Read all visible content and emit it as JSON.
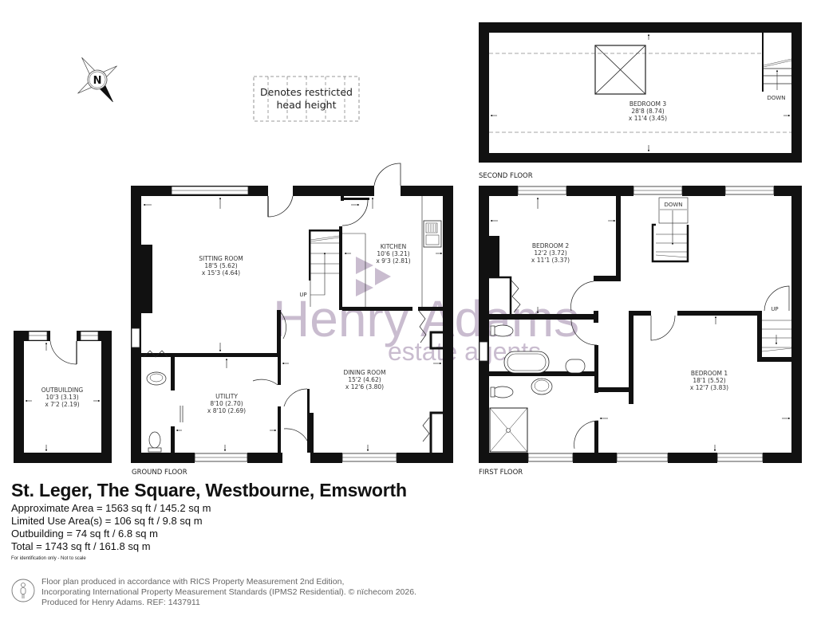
{
  "legend": {
    "restricted_line1": "Denotes restricted",
    "restricted_line2": "head height",
    "compass_letter": "N"
  },
  "floors": {
    "ground": "GROUND FLOOR",
    "first": "FIRST FLOOR",
    "second": "SECOND FLOOR"
  },
  "rooms": {
    "sitting_room": {
      "name": "SITTING ROOM",
      "dim1": "18'5 (5.62)",
      "dim2": "x 15'3 (4.64)"
    },
    "kitchen": {
      "name": "KITCHEN",
      "dim1": "10'6 (3.21)",
      "dim2": "x 9'3 (2.81)"
    },
    "dining_room": {
      "name": "DINING ROOM",
      "dim1": "15'2 (4.62)",
      "dim2": "x 12'6 (3.80)"
    },
    "utility": {
      "name": "UTILITY",
      "dim1": "8'10 (2.70)",
      "dim2": "x 8'10 (2.69)"
    },
    "outbuilding": {
      "name": "OUTBUILDING",
      "dim1": "10'3 (3.13)",
      "dim2": "x 7'2 (2.19)"
    },
    "bedroom_1": {
      "name": "BEDROOM 1",
      "dim1": "18'1 (5.52)",
      "dim2": "x 12'7 (3.83)"
    },
    "bedroom_2": {
      "name": "BEDROOM 2",
      "dim1": "12'2 (3.72)",
      "dim2": "x 11'1 (3.37)"
    },
    "bedroom_3": {
      "name": "BEDROOM 3",
      "dim1": "28'8 (8.74)",
      "dim2": "x 11'4 (3.45)"
    }
  },
  "stairs": {
    "ground_up": "UP",
    "first_down": "DOWN",
    "first_up": "UP",
    "second_down": "DOWN"
  },
  "watermark": {
    "brand": "Henry Adams",
    "tagline": "estate agents",
    "color": "#b7a6bf"
  },
  "footer": {
    "title": "St. Leger, The Square, Westbourne, Emsworth",
    "approx_area": "Approximate Area = 1563 sq ft / 145.2 sq m",
    "limited_use": "Limited Use Area(s) = 106 sq ft / 9.8 sq m",
    "outbuilding": "Outbuilding = 74 sq ft / 6.8 sq m",
    "total": "Total = 1743 sq ft / 161.8 sq m",
    "disclaimer": "For identification only - Not to scale",
    "credit_line1": "Floor plan produced in accordance with RICS Property Measurement 2nd Edition,",
    "credit_line2": "Incorporating International Property Measurement Standards (IPMS2 Residential).   © nïchecom 2026.",
    "credit_line3": "Produced for Henry Adams.   REF: 1437911"
  }
}
